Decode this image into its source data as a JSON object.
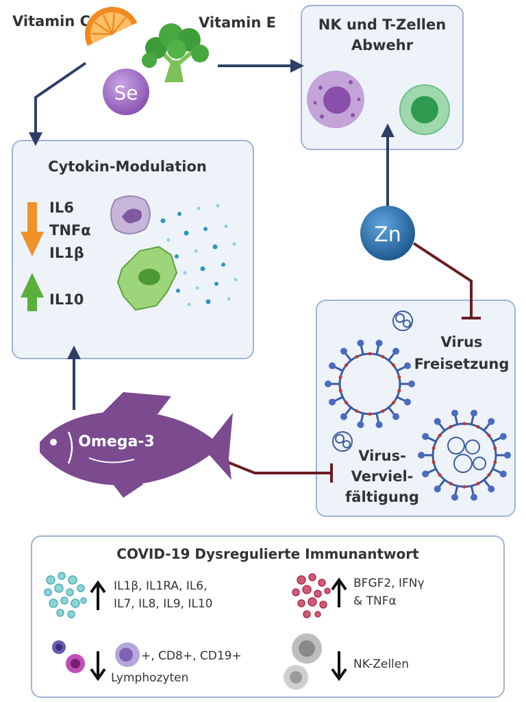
{
  "labels": {
    "vitamin_c": "Vitamin C",
    "vitamin_e": "Vitamin E",
    "selenium": "Se",
    "zinc": "Zn",
    "nk_t_title_line1": "NK und T-Zellen",
    "nk_t_title_line2": "Abwehr",
    "cytokine_title": "Cytokin-Modulation",
    "il6": "IL6",
    "tnfa": "TNFα",
    "il1b": "IL1β",
    "il10": "IL10",
    "omega3": "Omega-3",
    "virus_release_line1": "Virus",
    "virus_release_line2": "Freisetzung",
    "virus_repl_line1": "Virus-",
    "virus_repl_line2": "Verviel-",
    "virus_repl_line3": "fältigung"
  },
  "covid_box": {
    "title": "COVID-19 Dysregulierte Immunantwort",
    "up_left_line1": "IL1β, IL1RA, IL6,",
    "up_left_line2": "IL7, IL8, IL9, IL10",
    "up_right_line1": "BFGF2, IFNγ",
    "up_right_line2": "& TNFα",
    "down_left_line1": "+, CD8+, CD19+",
    "down_left_line2": "Lymphozyten",
    "down_right": "NK-Zellen"
  },
  "colors": {
    "box_fill": "#eef3fa",
    "box_stroke": "#9fb3d3",
    "arrow_blue": "#2e3e66",
    "inhibit_red": "#6b1c22",
    "orange_down": "#f0912a",
    "green_up": "#5bb03c",
    "fish": "#7b4a8f",
    "zinc": "#2b6ea8",
    "selenium": "#9e6ec2",
    "virus_blue": "#3b5aa0"
  }
}
